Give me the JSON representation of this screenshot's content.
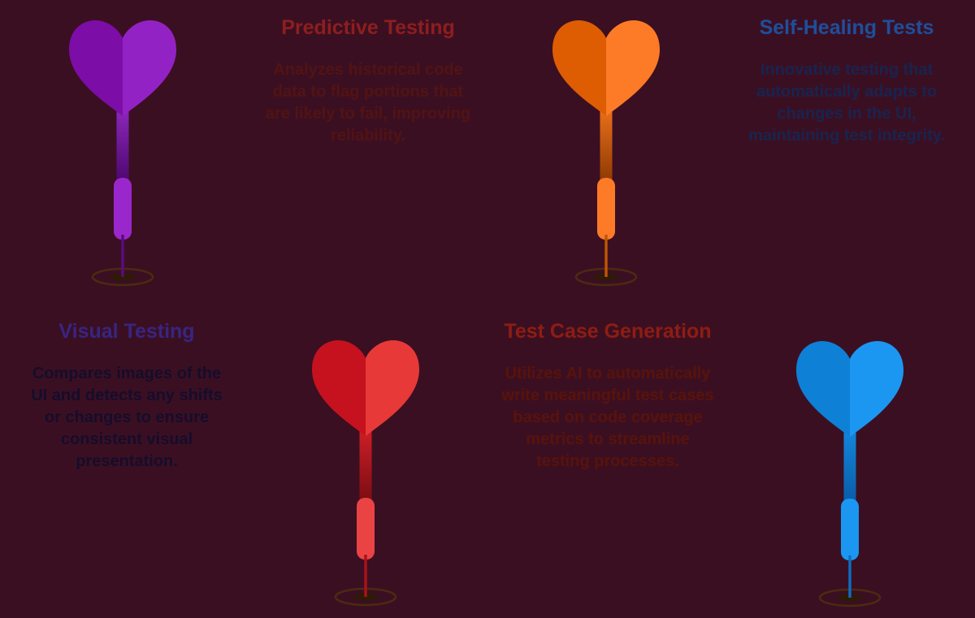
{
  "page": {
    "background_color": "#3b0f22",
    "description": "AI testing concepts infographic with heart-finned dart icons"
  },
  "cards": [
    {
      "id": "predictive-testing",
      "title": "Predictive Testing",
      "title_color": "#8e1e1e",
      "body_color": "#521313",
      "lines": [
        "Analyzes historical code",
        "data to flag portions that",
        "are likely to fail, improving",
        "reliability."
      ]
    },
    {
      "id": "self-healing-tests",
      "title": "Self-Healing Tests",
      "title_color": "#1d4f9c",
      "body_color": "#18244f",
      "lines": [
        "Innovative testing that",
        "automatically adapts to",
        "changes in the UI,",
        "maintaining test integrity."
      ]
    },
    {
      "id": "visual-testing",
      "title": "Visual Testing",
      "title_color": "#372582",
      "body_color": "#150d2c",
      "lines": [
        "Compares images of the",
        "UI and detects any shifts",
        "or changes to ensure",
        "consistent visual",
        "presentation."
      ]
    },
    {
      "id": "test-case-generation",
      "title": "Test Case Generation",
      "title_color": "#8e1d12",
      "body_color": "#58130b",
      "lines": [
        "Utilizes AI to automatically",
        "write meaningful test cases",
        "based on code coverage",
        "metrics to streamline",
        "testing processes."
      ]
    }
  ],
  "darts": [
    {
      "name": "purple-dart",
      "left_fill": "#7c0da6",
      "right_fill": "#9322c4",
      "shaft_top": "#9129c0",
      "shaft_bottom": "#4d0870",
      "grip_fill": "#9a27cc",
      "needle_fill": "#5c0a80",
      "target_ring": "#4b2b10",
      "target_center": "#2e1a06"
    },
    {
      "name": "orange-dart",
      "left_fill": "#de5d03",
      "right_fill": "#fd7a26",
      "shaft_top": "#f0741c",
      "shaft_bottom": "#8f3a02",
      "grip_fill": "#fd7a26",
      "needle_fill": "#c05503",
      "target_ring": "#4b2b10",
      "target_center": "#2e1a06"
    },
    {
      "name": "red-dart",
      "left_fill": "#c6121f",
      "right_fill": "#e73937",
      "shaft_top": "#d42029",
      "shaft_bottom": "#7c0d12",
      "grip_fill": "#ea4343",
      "needle_fill": "#b01018",
      "target_ring": "#4b2b10",
      "target_center": "#2e1a06"
    },
    {
      "name": "blue-dart",
      "left_fill": "#0e80d5",
      "right_fill": "#1b97f2",
      "shaft_top": "#1489e0",
      "shaft_bottom": "#0a5da8",
      "grip_fill": "#1b97f2",
      "needle_fill": "#0d6fc0",
      "target_ring": "#4b2b10",
      "target_center": "#2e1a06"
    }
  ]
}
